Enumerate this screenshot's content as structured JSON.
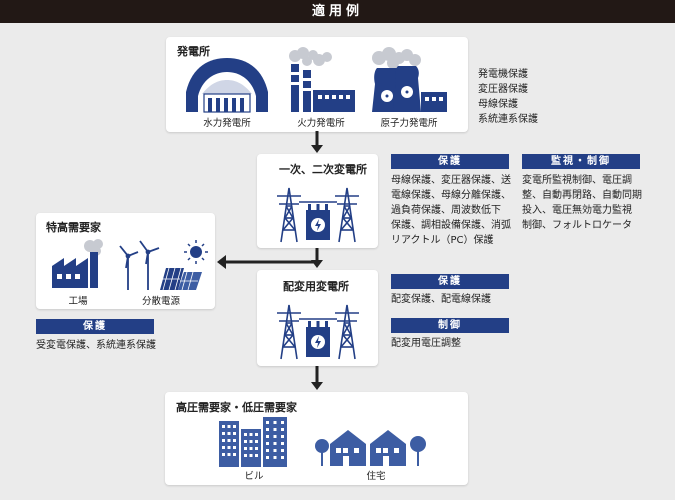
{
  "header": {
    "title": "適用例"
  },
  "power_plant": {
    "title": "発電所",
    "labels": [
      "水力発電所",
      "火力発電所",
      "原子力発電所"
    ],
    "protections": [
      "発電機保護",
      "変圧器保護",
      "母線保護",
      "系統連系保護"
    ]
  },
  "substation": {
    "title": "一次、二次変電所",
    "protect_tag": "保護",
    "protect_lines": [
      "母線保護、変圧器保護、送",
      "電線保護、母線分離保護、",
      "過負荷保護、周波数低下",
      "保護、調相設備保護、消弧",
      "リアクトル（PC）保護"
    ],
    "monitor_tag": "監視・制御",
    "monitor_lines": [
      "変電所監視制御、電圧調",
      "整、自動再閉路、自動同期",
      "投入、電圧無効電力監視",
      "制御、フォルトロケータ"
    ]
  },
  "special": {
    "title": "特高需要家",
    "labels": [
      "工場",
      "分散電源"
    ],
    "protect_tag": "保護",
    "protect_text": "受変電保護、系統連系保護"
  },
  "distribution": {
    "title": "配変用変電所",
    "protect_tag": "保護",
    "protect_text": "配変保護、配電線保護",
    "control_tag": "制御",
    "control_text": "配変用電圧調整"
  },
  "consumers": {
    "title": "高圧需要家・低圧需要家",
    "labels": [
      "ビル",
      "住宅"
    ]
  },
  "colors": {
    "navy": "#233f86",
    "header": "#221815",
    "background": "#ebebeb",
    "icon_blue": "#3d5da3"
  }
}
